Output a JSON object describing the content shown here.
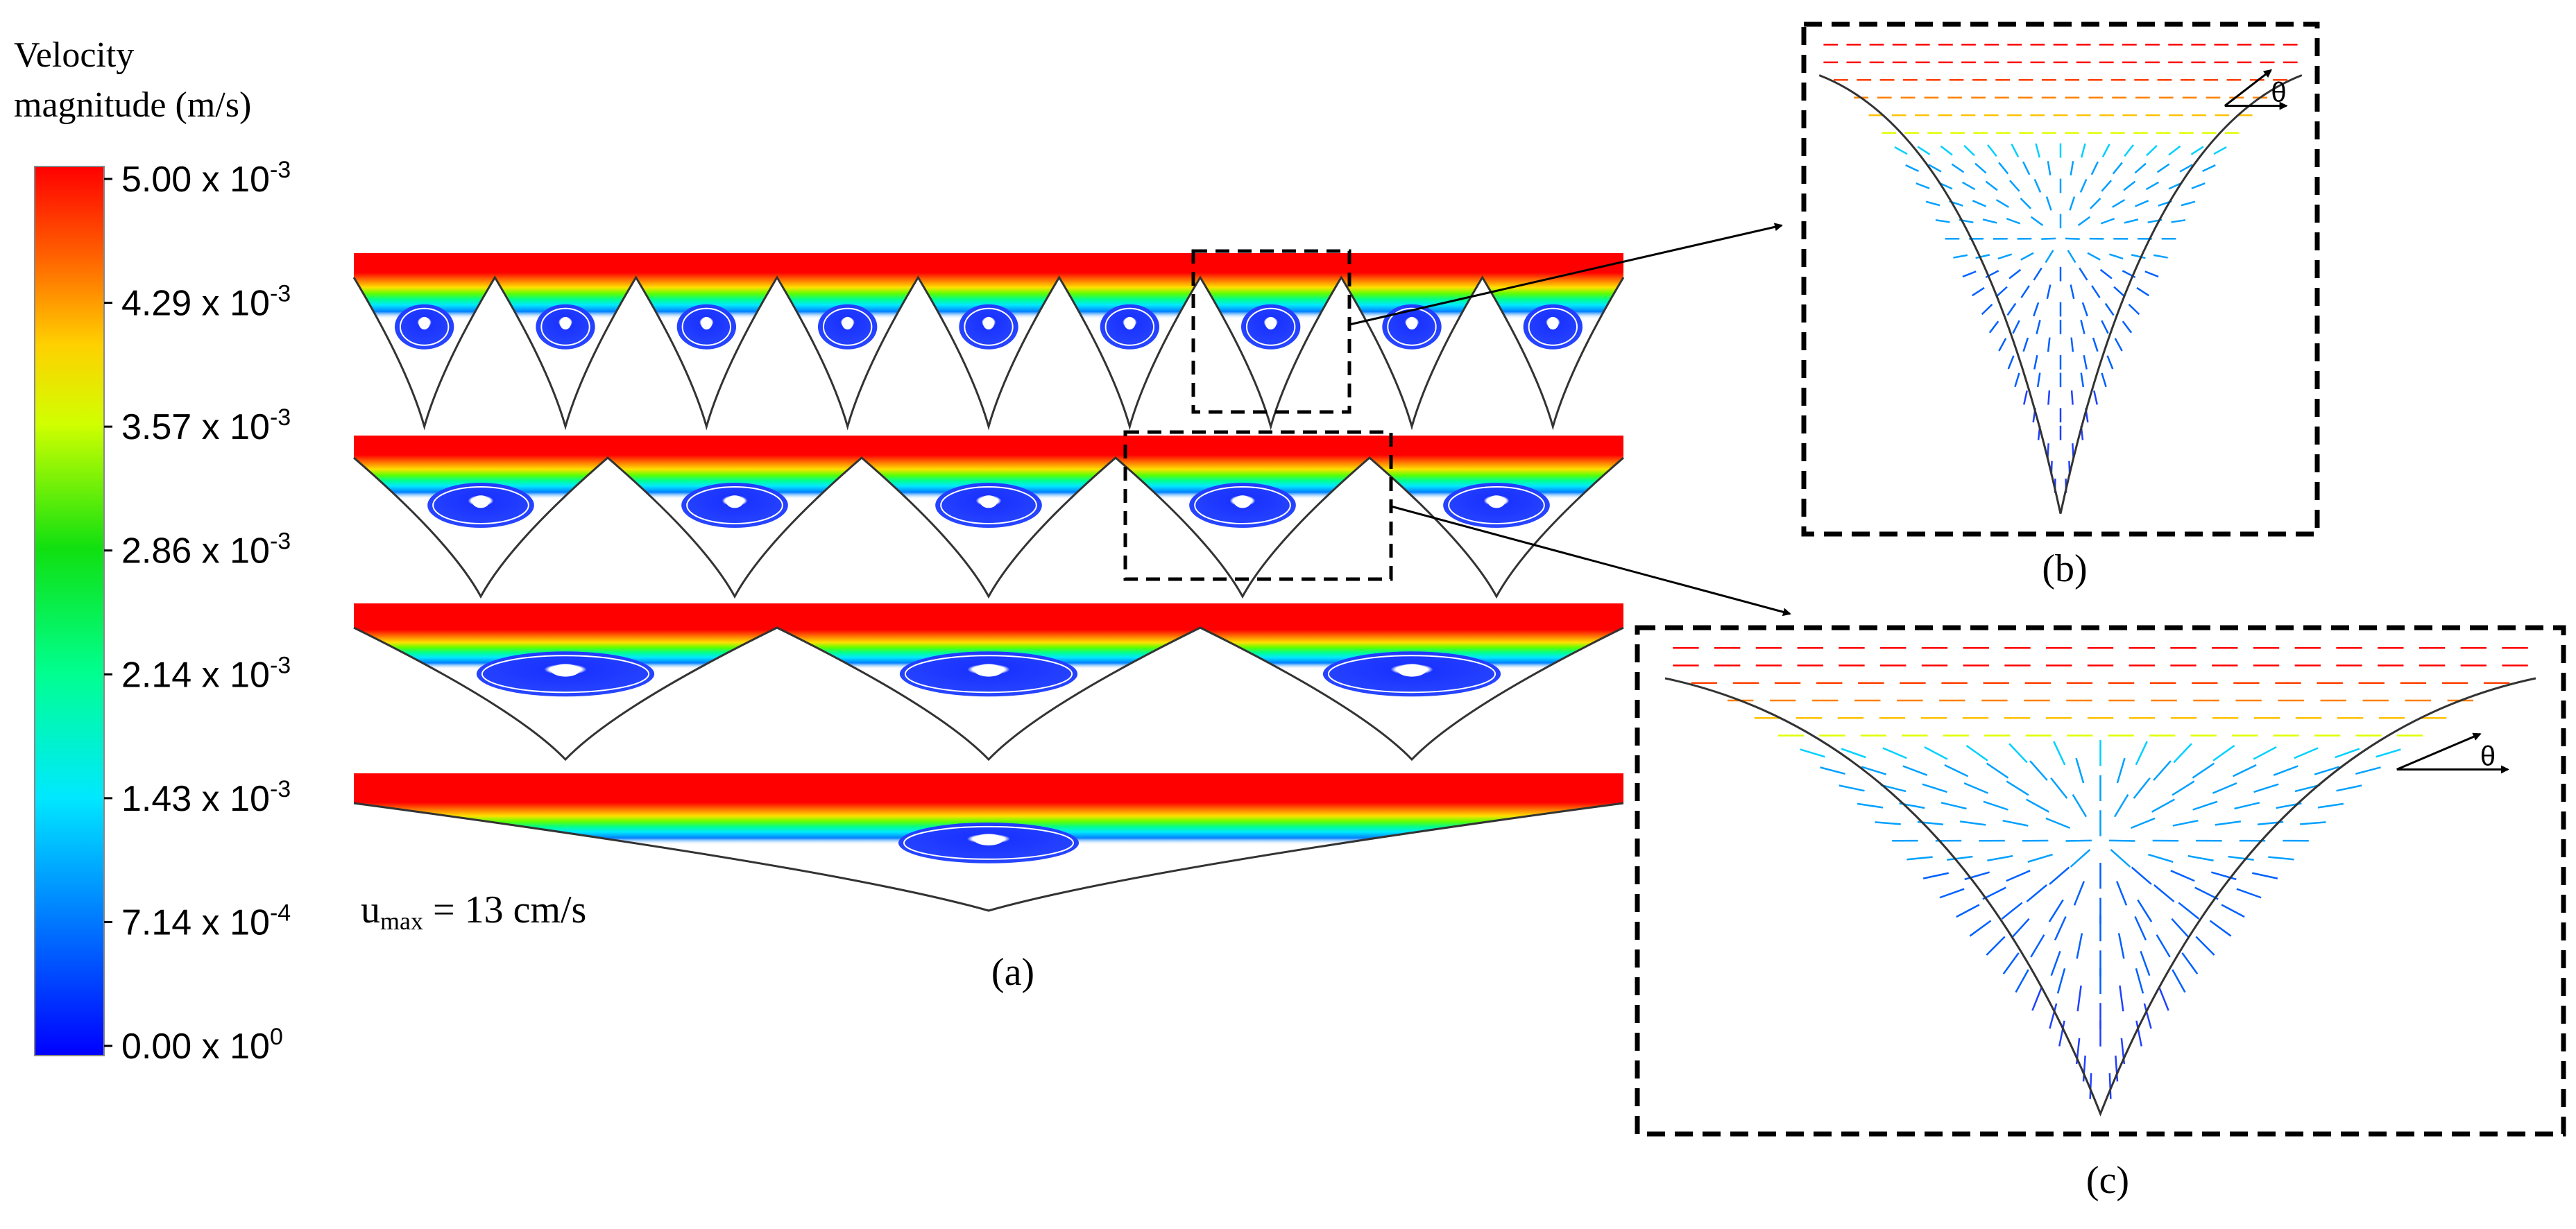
{
  "colorbar": {
    "title_line1": "Velocity",
    "title_line2": "magnitude (m/s)",
    "ticks": [
      {
        "mantissa": "5.00 x 10",
        "exp": "-3",
        "value": 0.005
      },
      {
        "mantissa": "4.29 x 10",
        "exp": "-3",
        "value": 0.00429
      },
      {
        "mantissa": "3.57 x 10",
        "exp": "-3",
        "value": 0.00357
      },
      {
        "mantissa": "2.86 x 10",
        "exp": "-3",
        "value": 0.00286
      },
      {
        "mantissa": "2.14 x 10",
        "exp": "-3",
        "value": 0.00214
      },
      {
        "mantissa": "1.43 x 10",
        "exp": "-3",
        "value": 0.00143
      },
      {
        "mantissa": "7.14 x 10",
        "exp": "-4",
        "value": 0.000714
      },
      {
        "mantissa": "0.00 x 10",
        "exp": "0",
        "value": 0
      }
    ],
    "colors": [
      "#0000ff",
      "#0080ff",
      "#00e0ff",
      "#00ff80",
      "#20e000",
      "#c0ff00",
      "#ffe000",
      "#ff8000",
      "#ff0000"
    ]
  },
  "panel_a": {
    "caption": "(a)",
    "umax_prefix": "u",
    "umax_sub": "max",
    "umax_value": " = 13 cm/s",
    "rows": [
      {
        "cavities": 9
      },
      {
        "cavities": 5
      },
      {
        "cavities": 3
      },
      {
        "cavities": 1
      }
    ]
  },
  "panel_b": {
    "caption": "(b)",
    "angle_symbol": "θ"
  },
  "panel_c": {
    "caption": "(c)",
    "angle_symbol": "θ"
  }
}
